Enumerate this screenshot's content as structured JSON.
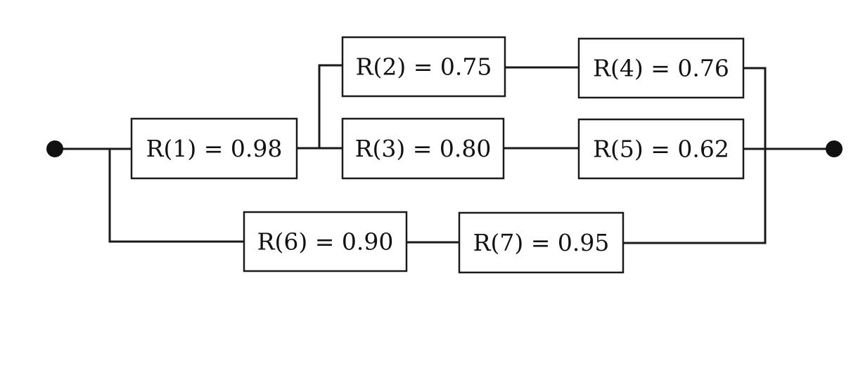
{
  "blocks": [
    {
      "id": "1",
      "label": "R(1) = 0.98",
      "reliability": 0.98
    },
    {
      "id": "2",
      "label": "R(2) = 0.75",
      "reliability": 0.75
    },
    {
      "id": "3",
      "label": "R(3) = 0.80",
      "reliability": 0.8
    },
    {
      "id": "4",
      "label": "R(4) = 0.76",
      "reliability": 0.76
    },
    {
      "id": "5",
      "label": "R(5) = 0.62",
      "reliability": 0.62
    },
    {
      "id": "6",
      "label": "R(6) = 0.90",
      "reliability": 0.9
    },
    {
      "id": "7",
      "label": "R(7) = 0.95",
      "reliability": 0.95
    }
  ],
  "connections": [
    [
      "input",
      "1"
    ],
    [
      "input",
      "6"
    ],
    [
      "1",
      "2"
    ],
    [
      "1",
      "3"
    ],
    [
      "2",
      "4"
    ],
    [
      "3",
      "5"
    ],
    [
      "6",
      "7"
    ],
    [
      "4",
      "output"
    ],
    [
      "5",
      "output"
    ],
    [
      "7",
      "output"
    ]
  ],
  "colors": {
    "line": "#1a1a1a",
    "text": "#111111",
    "background": "#ffffff"
  }
}
